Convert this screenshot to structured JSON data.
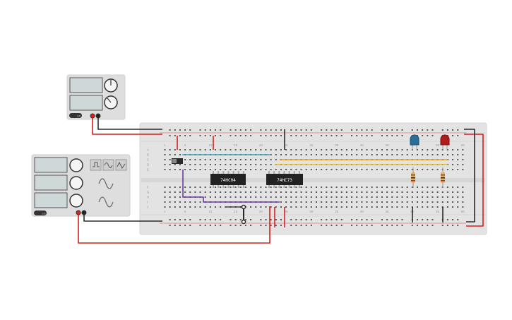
{
  "breadboard": {
    "column_numbers": [
      "1",
      "5",
      "10",
      "15",
      "20",
      "25",
      "30",
      "35",
      "40",
      "45",
      "50",
      "55",
      "60"
    ],
    "row_letters_top": [
      "A",
      "B",
      "C",
      "D",
      "E"
    ],
    "row_letters_bottom": [
      "F",
      "G",
      "H",
      "I",
      "J"
    ]
  },
  "chips": [
    {
      "label": "74HC04"
    },
    {
      "label": "74HC73"
    }
  ],
  "power_supply": {
    "button_label": "on"
  },
  "function_generator": {
    "button_label": "on"
  },
  "leds": [
    {
      "color": "#2a6e9c"
    },
    {
      "color": "#b01c1c"
    }
  ],
  "wire_colors": {
    "red": "#d42020",
    "black": "#2a2a2a",
    "cyan": "#36a3b5",
    "purple": "#6b3aa0",
    "orange": "#f0a020",
    "yellow": "#e8c020"
  }
}
